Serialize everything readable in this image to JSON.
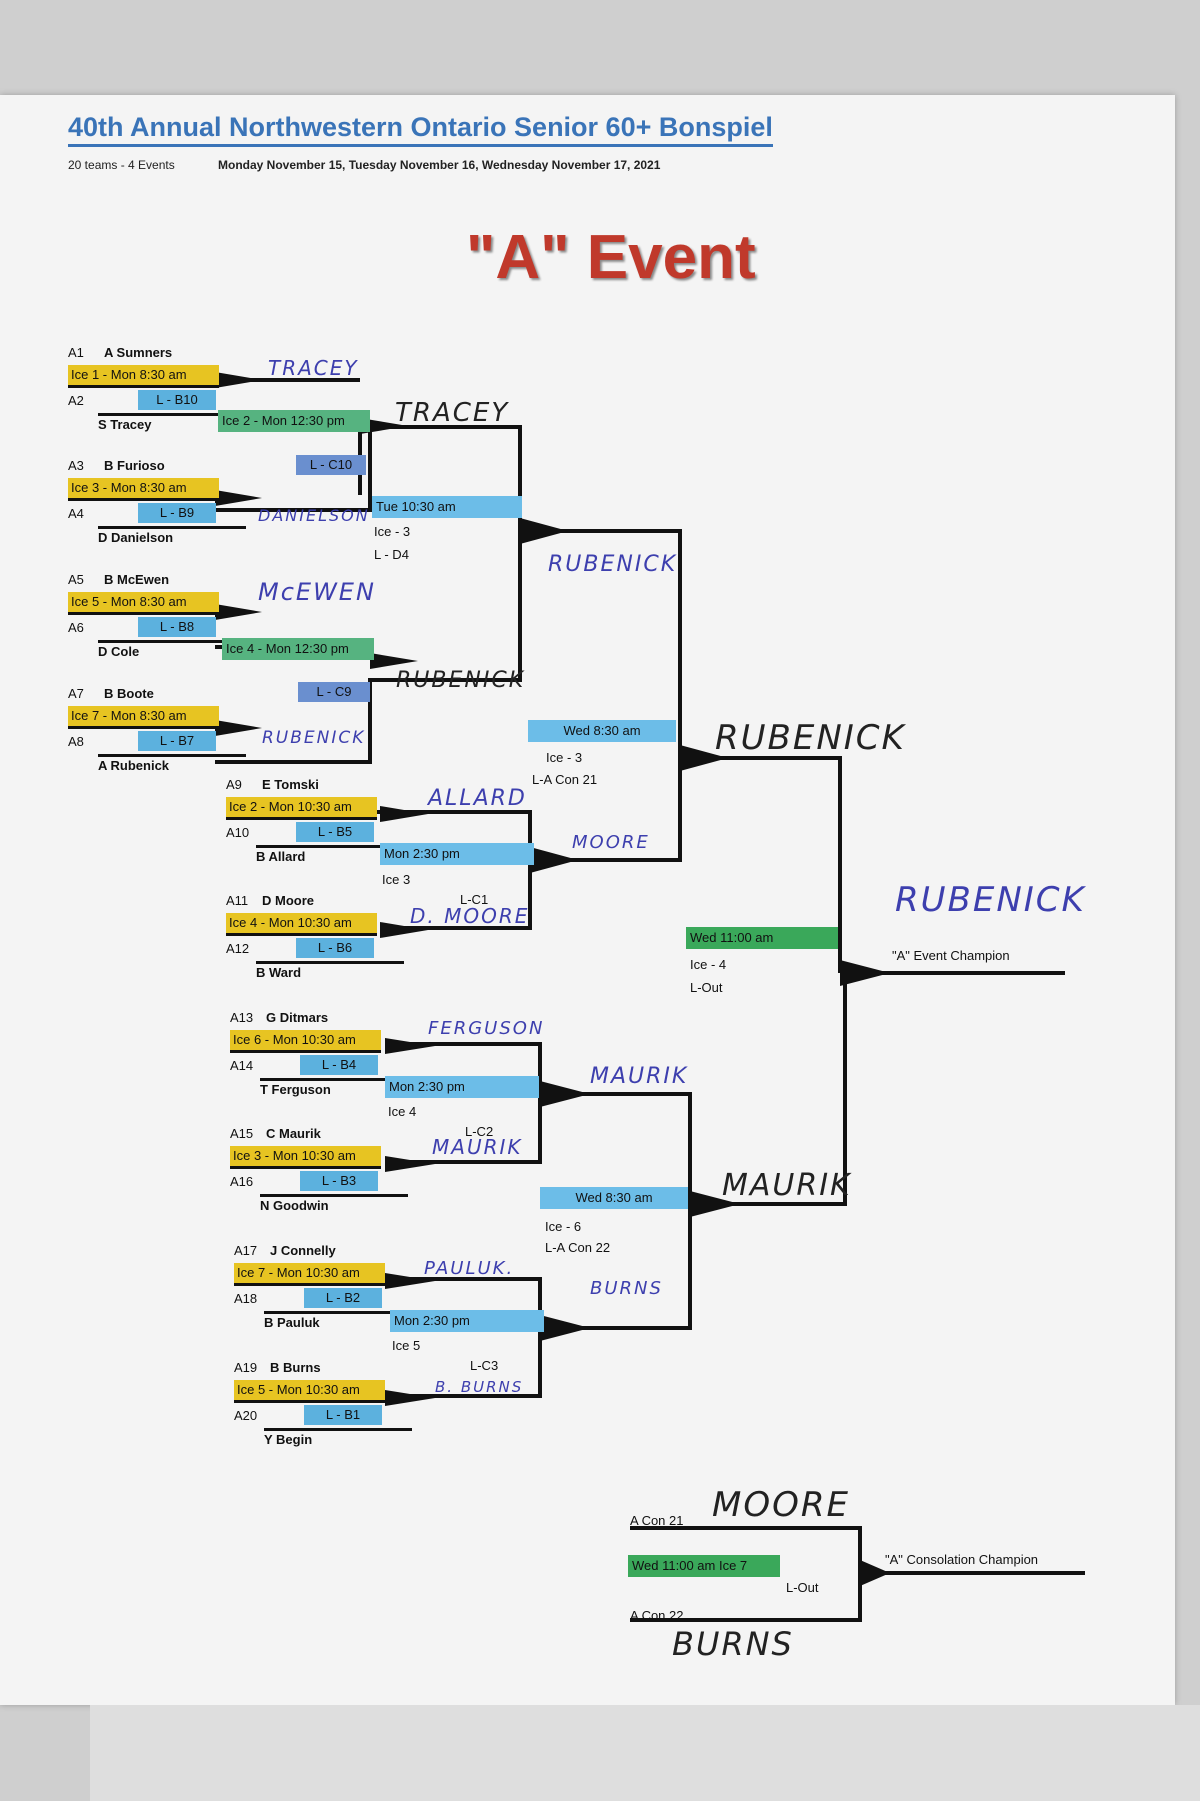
{
  "header": {
    "title": "40th Annual Northwestern Ontario Senior 60+ Bonspiel",
    "teams_events": "20 teams - 4 Events",
    "dates": "Monday November 15, Tuesday November 16, Wednesday November 17, 2021",
    "event": "\"A\" Event"
  },
  "round1": [
    {
      "code_a": "A1",
      "team_a": "A Sumners",
      "slot": "Ice 1 - Mon 8:30 am",
      "code_b": "A2",
      "loser": "L - B10",
      "team_b": "S Tracey",
      "winner": "TRACEY"
    },
    {
      "code_a": "A3",
      "team_a": "B Furioso",
      "slot": "Ice 3 - Mon 8:30 am",
      "code_b": "A4",
      "loser": "L - B9",
      "team_b": "D Danielson",
      "winner": "DANIELSON"
    },
    {
      "code_a": "A5",
      "team_a": "B McEwen",
      "slot": "Ice 5 - Mon 8:30 am",
      "code_b": "A6",
      "loser": "L - B8",
      "team_b": "D Cole",
      "winner": "McEWEN"
    },
    {
      "code_a": "A7",
      "team_a": "B Boote",
      "slot": "Ice 7 - Mon 8:30 am",
      "code_b": "A8",
      "loser": "L - B7",
      "team_b": "A Rubenick",
      "winner": "RUBENICK"
    },
    {
      "code_a": "A9",
      "team_a": "E Tomski",
      "slot": "Ice 2 - Mon 10:30 am",
      "code_b": "A10",
      "loser": "L - B5",
      "team_b": "B Allard",
      "winner": "ALLARD"
    },
    {
      "code_a": "A11",
      "team_a": "D Moore",
      "slot": "Ice 4 - Mon 10:30 am",
      "code_b": "A12",
      "loser": "L - B6",
      "team_b": "B Ward",
      "winner": "D. MOORE"
    },
    {
      "code_a": "A13",
      "team_a": "G Ditmars",
      "slot": "Ice 6 - Mon 10:30 am",
      "code_b": "A14",
      "loser": "L - B4",
      "team_b": "T Ferguson",
      "winner": "FERGUSON"
    },
    {
      "code_a": "A15",
      "team_a": "C Maurik",
      "slot": "Ice 3 - Mon 10:30 am",
      "code_b": "A16",
      "loser": "L - B3",
      "team_b": "N Goodwin",
      "winner": "MAURIK"
    },
    {
      "code_a": "A17",
      "team_a": "J Connelly",
      "slot": "Ice 7 - Mon 10:30 am",
      "code_b": "A18",
      "loser": "L - B2",
      "team_b": "B Pauluk",
      "winner": "PAULUK."
    },
    {
      "code_a": "A19",
      "team_a": "B Burns",
      "slot": "Ice 5 - Mon 10:30 am",
      "code_b": "A20",
      "loser": "L - B1",
      "team_b": "Y Begin",
      "winner": "B. BURNS"
    }
  ],
  "round2": [
    {
      "slot": "Ice 2 - Mon 12:30 pm",
      "loser": "L - C10",
      "winner": "TRACEY"
    },
    {
      "slot": "Ice 4 - Mon 12:30 pm",
      "loser": "L - C9",
      "winner": "RUBENICK"
    },
    {
      "slot": "Mon 2:30 pm",
      "ice": "Ice 3",
      "loser": "L-C1",
      "winner": "MOORE"
    },
    {
      "slot": "Mon 2:30 pm",
      "ice": "Ice 4",
      "loser": "L-C2",
      "winner": "MAURIK"
    },
    {
      "slot": "Mon 2:30 pm",
      "ice": "Ice 5",
      "loser": "L-C3",
      "winner": "BURNS"
    }
  ],
  "round3": [
    {
      "slot": "Tue 10:30 am",
      "ice": "Ice - 3",
      "loser": "L - D4",
      "winner": "RUBENICK"
    }
  ],
  "semis": [
    {
      "slot": "Wed 8:30 am",
      "ice": "Ice - 3",
      "loser": "L-A Con 21",
      "winner": "RUBENICK"
    },
    {
      "slot": "Wed 8:30 am",
      "ice": "Ice - 6",
      "loser": "L-A Con 22",
      "winner": "MAURIK"
    }
  ],
  "final": {
    "slot": "Wed 11:00 am",
    "ice": "Ice - 4",
    "loser": "L-Out",
    "winner": "RUBENICK",
    "label": "\"A\" Event Champion"
  },
  "consolation": {
    "con21": "A Con 21",
    "con21_name": "MOORE",
    "con22": "A Con 22",
    "con22_name": "BURNS",
    "slot": "Wed 11:00 am   Ice 7",
    "loser": "L-Out",
    "label": "\"A\" Consolation Champion"
  },
  "colors": {
    "yellow": "#e7c422",
    "blue": "#5cb1de",
    "green": "#56b380",
    "title": "#3a74b8",
    "event": "#c0392b",
    "ink": "#3d3fae"
  }
}
